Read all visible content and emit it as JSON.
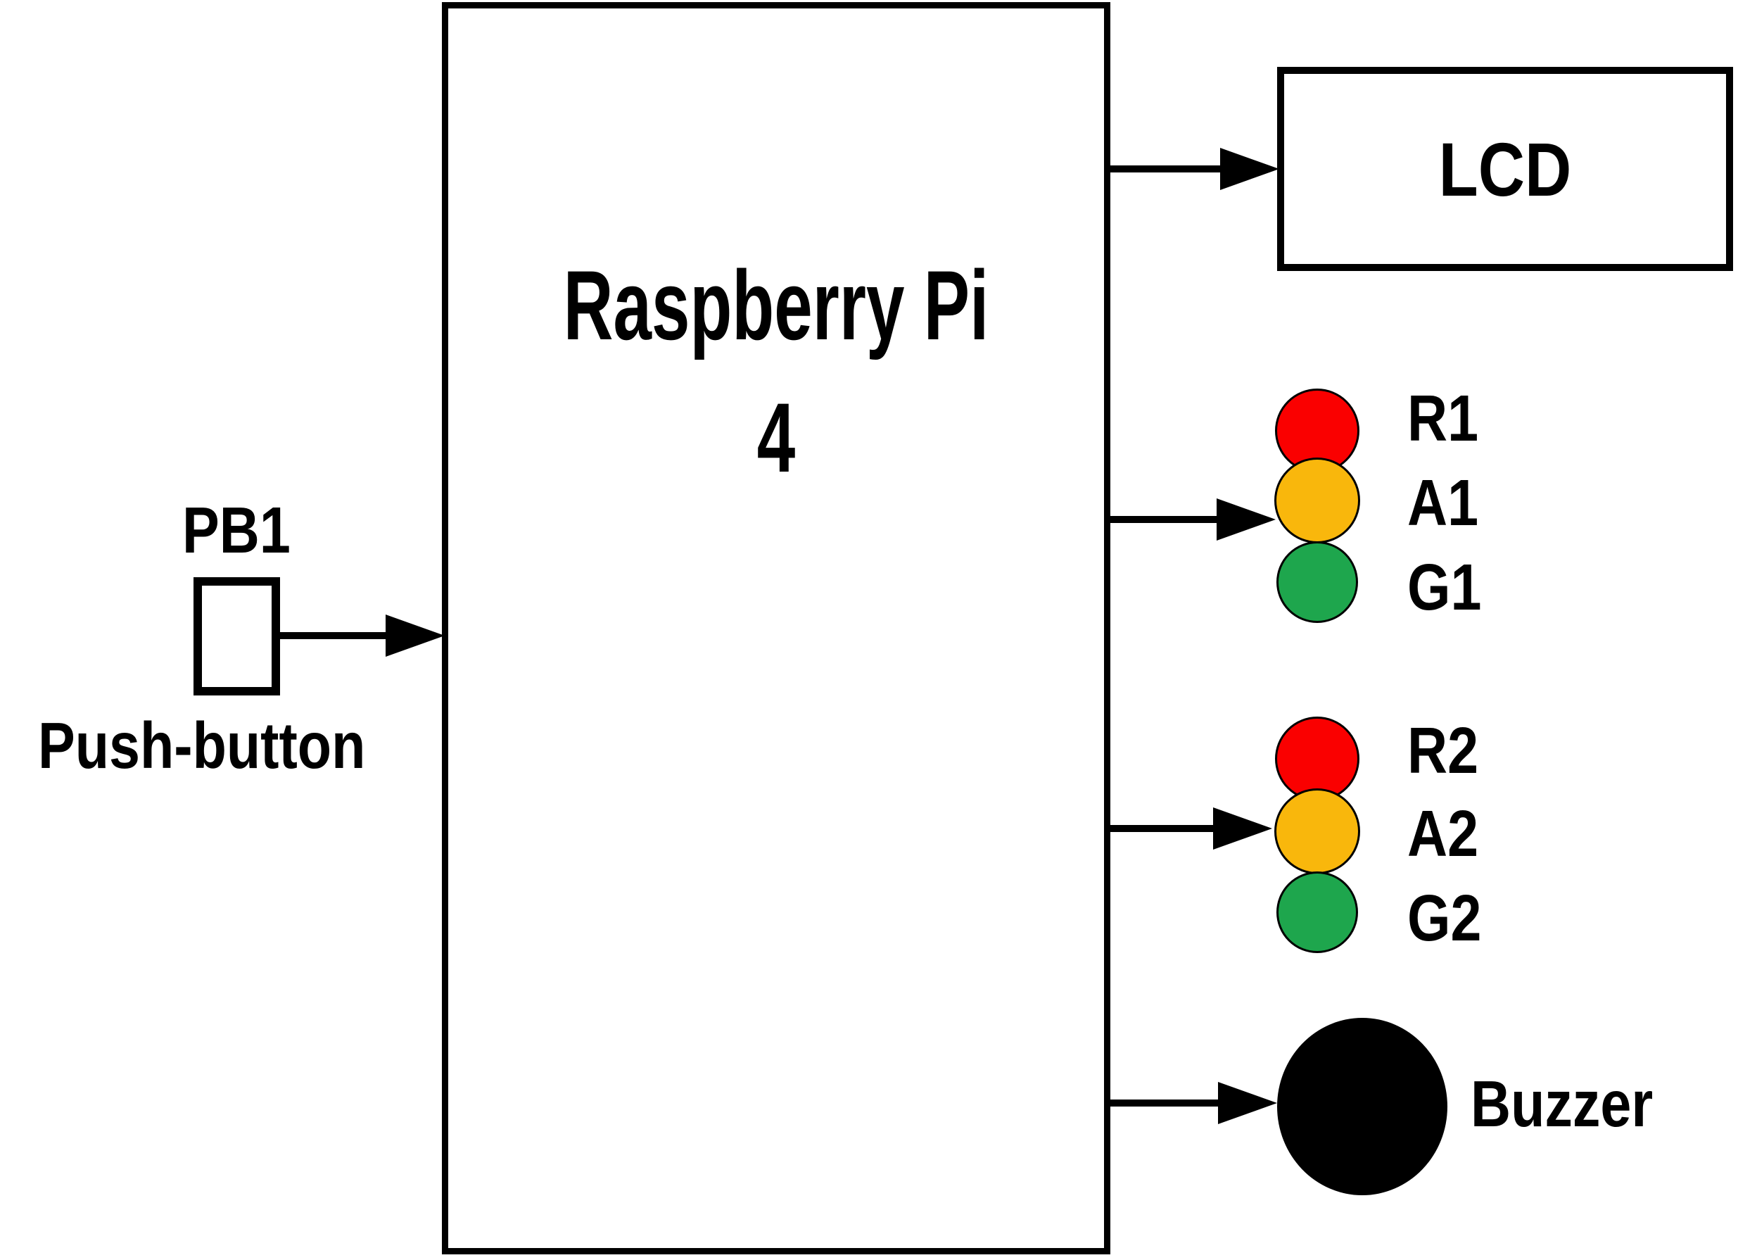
{
  "controller": {
    "title_line1": "Raspberry Pi",
    "title_line2": "4"
  },
  "push_button": {
    "id_label": "PB1",
    "name_label": "Push-button"
  },
  "lcd": {
    "label": "LCD"
  },
  "traffic_light_1": {
    "lights": [
      {
        "label": "R1",
        "color": "#fa0000"
      },
      {
        "label": "A1",
        "color": "#f9b70c"
      },
      {
        "label": "G1",
        "color": "#1ea64d"
      }
    ]
  },
  "traffic_light_2": {
    "lights": [
      {
        "label": "R2",
        "color": "#fa0000"
      },
      {
        "label": "A2",
        "color": "#f9b70c"
      },
      {
        "label": "G2",
        "color": "#1ea64d"
      }
    ]
  },
  "buzzer": {
    "label": "Buzzer",
    "color": "#000000"
  },
  "colors": {
    "outline": "#000000",
    "background": "#ffffff"
  }
}
